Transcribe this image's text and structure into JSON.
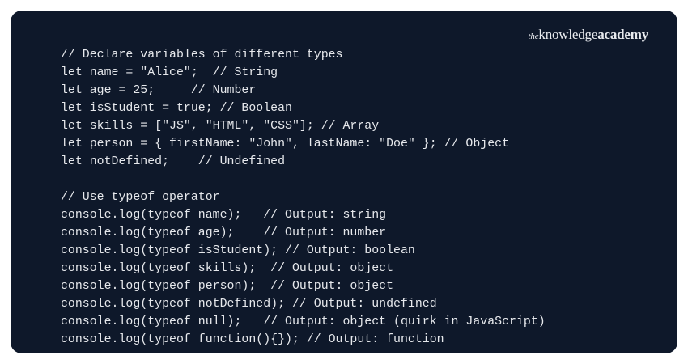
{
  "logo": {
    "prefix": "the",
    "main": "knowledge",
    "bold": "academy"
  },
  "code_lines": [
    "// Declare variables of different types",
    "let name = \"Alice\";  // String",
    "let age = 25;     // Number",
    "let isStudent = true; // Boolean",
    "let skills = [\"JS\", \"HTML\", \"CSS\"]; // Array",
    "let person = { firstName: \"John\", lastName: \"Doe\" }; // Object",
    "let notDefined;    // Undefined",
    "",
    "// Use typeof operator",
    "console.log(typeof name);   // Output: string",
    "console.log(typeof age);    // Output: number",
    "console.log(typeof isStudent); // Output: boolean",
    "console.log(typeof skills);  // Output: object",
    "console.log(typeof person);  // Output: object",
    "console.log(typeof notDefined); // Output: undefined",
    "console.log(typeof null);   // Output: object (quirk in JavaScript)",
    "console.log(typeof function(){}); // Output: function"
  ]
}
